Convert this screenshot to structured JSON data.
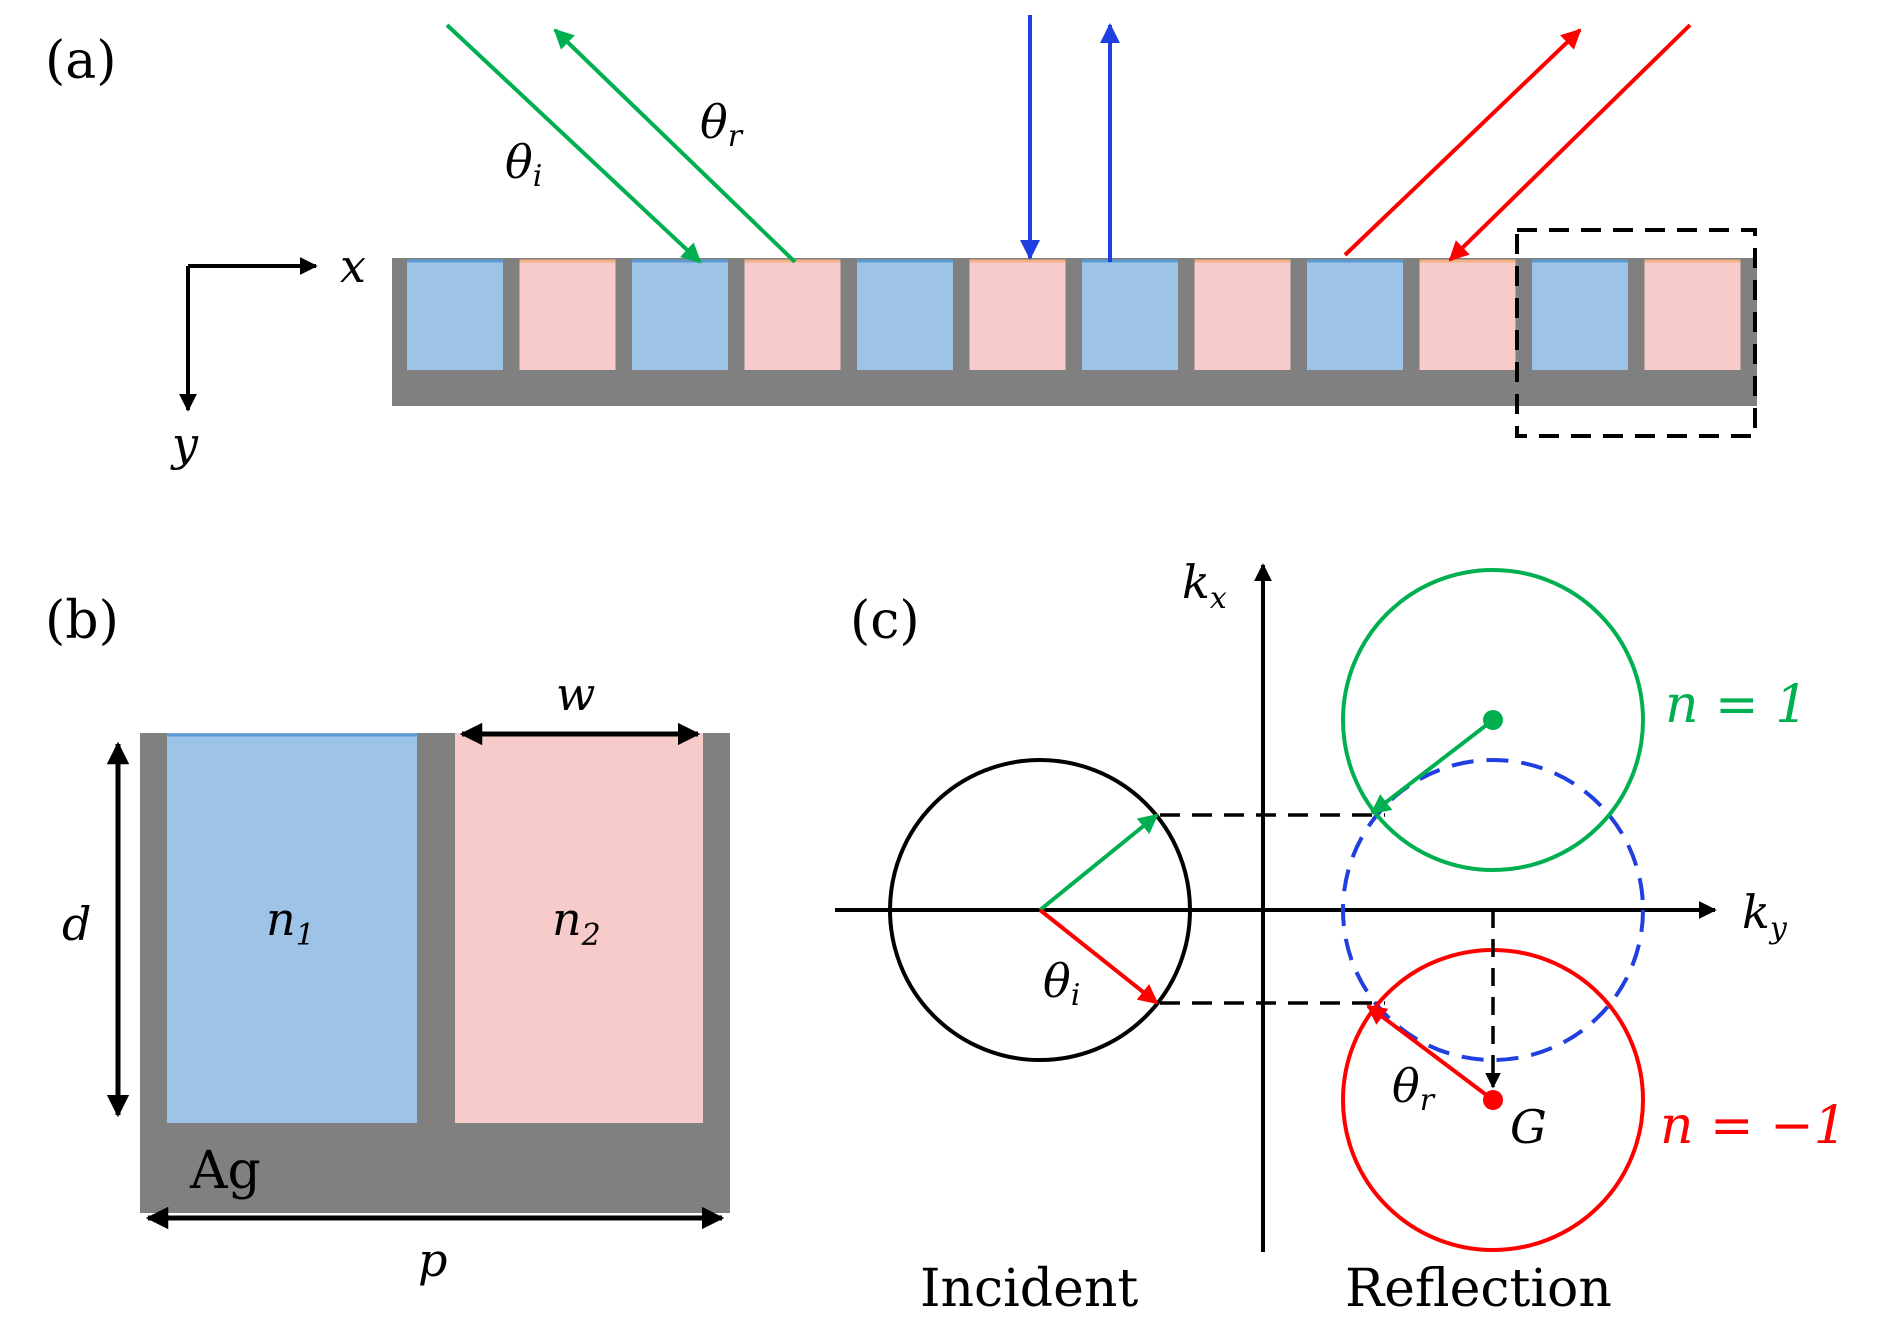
{
  "panels": {
    "a": {
      "label": "(a)",
      "axis_x": "x",
      "axis_y": "y",
      "theta_i": "θ",
      "theta_i_sub": "i",
      "theta_r": "θ",
      "theta_r_sub": "r"
    },
    "b": {
      "label": "(b)",
      "n1": "n",
      "n1_sub": "1",
      "n2": "n",
      "n2_sub": "2",
      "width": "w",
      "depth": "d",
      "period": "p",
      "metal": "Ag"
    },
    "c": {
      "label": "(c)",
      "kx": "k",
      "kx_sub": "x",
      "ky": "k",
      "ky_sub": "y",
      "theta_i": "θ",
      "theta_i_sub": "i",
      "theta_r": "θ",
      "theta_r_sub": "r",
      "G": "G",
      "order_plus": "n = 1",
      "order_minus": "n = −1",
      "caption_incident": "Incident",
      "caption_reflection": "Reflection"
    }
  },
  "colors": {
    "material_1": "#9dc3e6",
    "material_2": "#f8cbcb",
    "metal": "#808080",
    "green": "#00b050",
    "blue": "#1f3fe0",
    "red": "#ff0000",
    "black": "#000000"
  }
}
